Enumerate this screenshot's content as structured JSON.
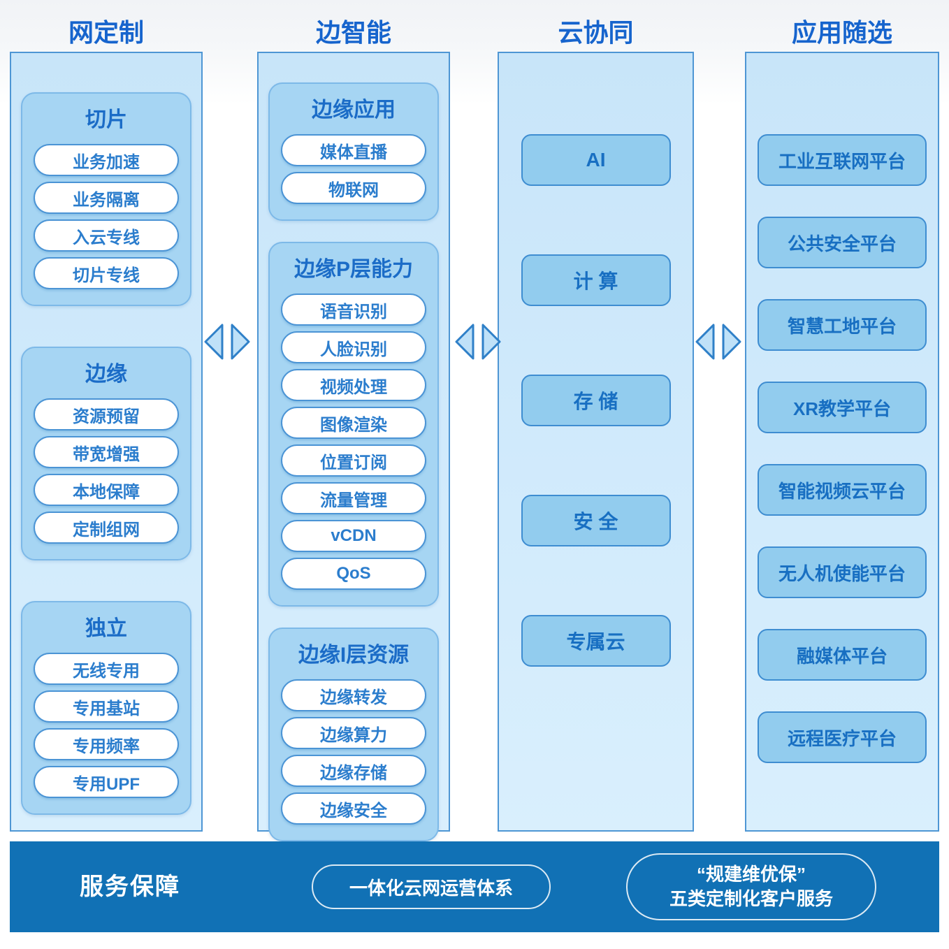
{
  "colors": {
    "header_text": "#1664cd",
    "column_fill": "#cfe9fb",
    "column_border": "#4e96d4",
    "group_fill": "#a6d5f3",
    "group_border": "#7db9e8",
    "pill_fill": "#ffffff",
    "pill_border": "#4b94d5",
    "pill_text": "#2b7dcd",
    "block_fill": "#92ccee",
    "block_border": "#3e8dd1",
    "block_text": "#186fc2",
    "chevron_fill": "#bfe1f8",
    "chevron_stroke": "#2f80c8",
    "footer_bar": "#1171b5",
    "footer_text": "#ffffff"
  },
  "columns": [
    {
      "title": "网定制",
      "groups": [
        {
          "title": "切片",
          "items": [
            "业务加速",
            "业务隔离",
            "入云专线",
            "切片专线"
          ]
        },
        {
          "title": "边缘",
          "items": [
            "资源预留",
            "带宽增强",
            "本地保障",
            "定制组网"
          ]
        },
        {
          "title": "独立",
          "items": [
            "无线专用",
            "专用基站",
            "专用频率",
            "专用UPF"
          ]
        }
      ]
    },
    {
      "title": "边智能",
      "groups": [
        {
          "title": "边缘应用",
          "items": [
            "媒体直播",
            "物联网"
          ]
        },
        {
          "title": "边缘P层能力",
          "items": [
            "语音识别",
            "人脸识别",
            "视频处理",
            "图像渲染",
            "位置订阅",
            "流量管理",
            "vCDN",
            "QoS"
          ]
        },
        {
          "title": "边缘I层资源",
          "items": [
            "边缘转发",
            "边缘算力",
            "边缘存储",
            "边缘安全"
          ]
        }
      ]
    },
    {
      "title": "云协同",
      "items": [
        "AI",
        "计 算",
        "存 储",
        "安 全",
        "专属云"
      ]
    },
    {
      "title": "应用随选",
      "items": [
        "工业互联网平台",
        "公共安全平台",
        "智慧工地平台",
        "XR教学平台",
        "智能视频云平台",
        "无人机使能平台",
        "融媒体平台",
        "远程医疗平台"
      ]
    }
  ],
  "footer": {
    "label": "服务保障",
    "pill1": "一体化云网运营体系",
    "pill2_line1": "“规建维优保”",
    "pill2_line2": "五类定制化客户服务"
  }
}
